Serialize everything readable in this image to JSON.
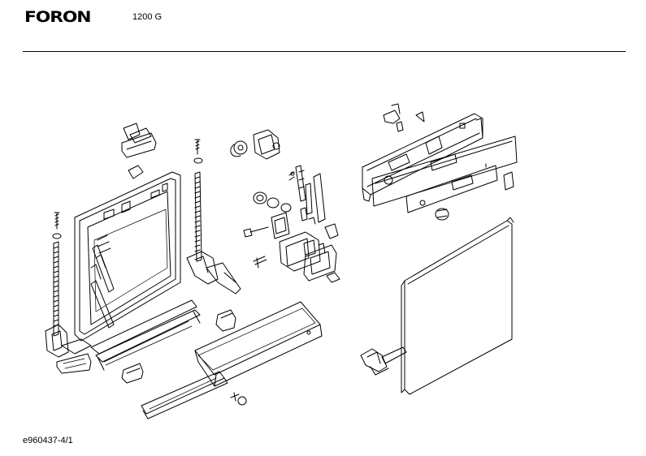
{
  "header": {
    "brand": "FORON",
    "model": "1200 G"
  },
  "footer": {
    "document_id": "e960437-4/1"
  },
  "colors": {
    "ink": "#000000",
    "paper": "#ffffff"
  }
}
